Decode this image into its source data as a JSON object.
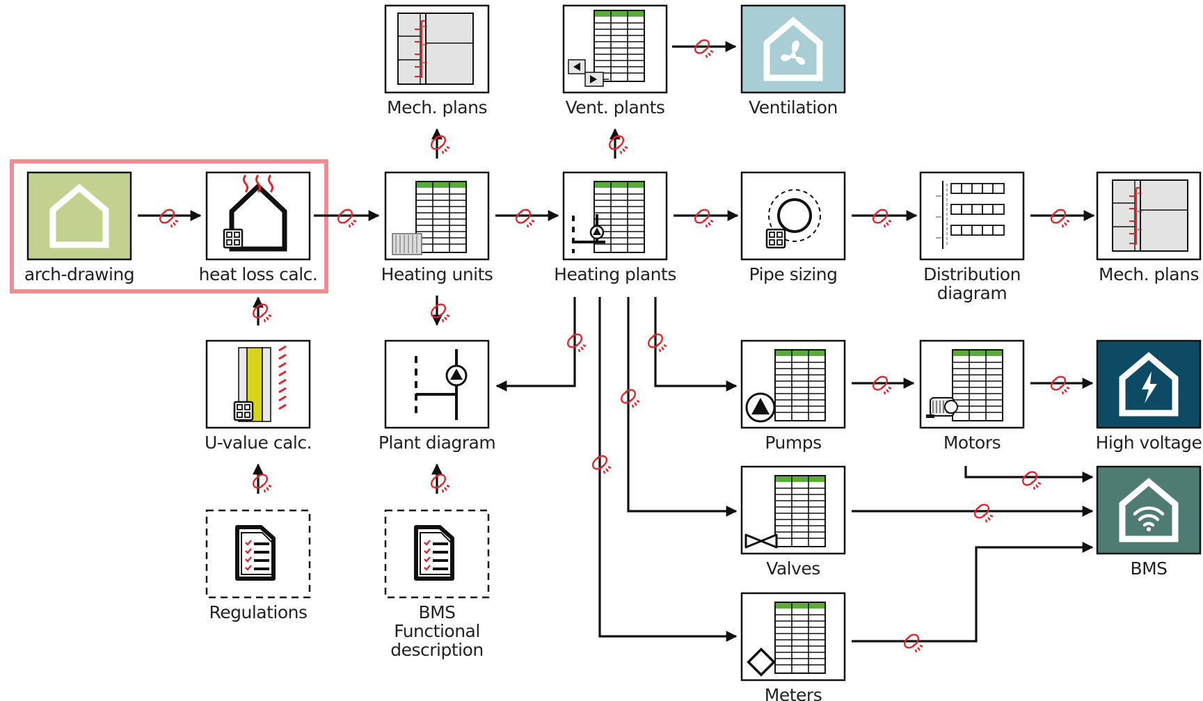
{
  "colors": {
    "arch_green": "#c2d18f",
    "ventilation_blue": "#a8cdd4",
    "high_voltage_navy": "#0d4a63",
    "bms_teal": "#4f7c72",
    "table_header_green": "#5aab3a",
    "link_red": "#e0262b",
    "highlight_border": "#ef8e91",
    "u_value_yellow": "#d7d41b"
  },
  "nodes": {
    "arch_drawing": {
      "label": [
        "arch-drawing"
      ],
      "icon": "house-outline-icon"
    },
    "heat_loss": {
      "label": [
        "heat loss calc."
      ],
      "icon": "heated-house-icon"
    },
    "heating_units": {
      "label": [
        "Heating units"
      ],
      "icon": "spreadsheet-radiator-icon"
    },
    "heating_plants": {
      "label": [
        "Heating plants"
      ],
      "icon": "spreadsheet-pump-icon"
    },
    "pipe_sizing": {
      "label": [
        "Pipe sizing"
      ],
      "icon": "pipe-circle-icon"
    },
    "distribution": {
      "label": [
        "Distribution",
        "diagram"
      ],
      "icon": "distribution-diagram-icon"
    },
    "mech_plans_right": {
      "label": [
        "Mech. plans"
      ],
      "icon": "floor-plan-icon"
    },
    "mech_plans_top": {
      "label": [
        "Mech. plans"
      ],
      "icon": "floor-plan-icon"
    },
    "vent_plants": {
      "label": [
        "Vent. plants"
      ],
      "icon": "spreadsheet-fan-icon"
    },
    "ventilation": {
      "label": [
        "Ventilation"
      ],
      "icon": "fan-house-icon"
    },
    "u_value": {
      "label": [
        "U-value calc."
      ],
      "icon": "wall-section-icon"
    },
    "plant_diagram": {
      "label": [
        "Plant diagram"
      ],
      "icon": "pump-schematic-icon"
    },
    "regulations": {
      "label": [
        "Regulations"
      ],
      "icon": "checklist-document-icon"
    },
    "bms_func": {
      "label": [
        "BMS",
        "Functional",
        "description"
      ],
      "icon": "checklist-document-icon"
    },
    "pumps": {
      "label": [
        "Pumps"
      ],
      "icon": "spreadsheet-pump-icon"
    },
    "motors": {
      "label": [
        "Motors"
      ],
      "icon": "spreadsheet-motor-icon"
    },
    "high_voltage": {
      "label": [
        "High voltage"
      ],
      "icon": "lightning-house-icon"
    },
    "valves": {
      "label": [
        "Valves"
      ],
      "icon": "spreadsheet-valve-icon"
    },
    "bms": {
      "label": [
        "BMS"
      ],
      "icon": "wifi-house-icon"
    },
    "meters": {
      "label": [
        "Meters"
      ],
      "icon": "spreadsheet-meter-icon"
    }
  },
  "edges": [
    {
      "from": "arch_drawing",
      "to": "heat_loss"
    },
    {
      "from": "heat_loss",
      "to": "heating_units"
    },
    {
      "from": "heating_units",
      "to": "heating_plants"
    },
    {
      "from": "heating_plants",
      "to": "pipe_sizing"
    },
    {
      "from": "pipe_sizing",
      "to": "distribution"
    },
    {
      "from": "distribution",
      "to": "mech_plans_right"
    },
    {
      "from": "heating_units",
      "to": "mech_plans_top"
    },
    {
      "from": "heating_plants",
      "to": "vent_plants"
    },
    {
      "from": "vent_plants",
      "to": "ventilation"
    },
    {
      "from": "u_value",
      "to": "heat_loss"
    },
    {
      "from": "regulations",
      "to": "u_value"
    },
    {
      "from": "heating_units",
      "to": "plant_diagram"
    },
    {
      "from": "bms_func",
      "to": "plant_diagram"
    },
    {
      "from": "heating_plants",
      "to": "plant_diagram"
    },
    {
      "from": "heating_plants",
      "to": "pumps"
    },
    {
      "from": "heating_plants",
      "to": "valves"
    },
    {
      "from": "heating_plants",
      "to": "meters"
    },
    {
      "from": "pumps",
      "to": "motors"
    },
    {
      "from": "motors",
      "to": "high_voltage"
    },
    {
      "from": "motors",
      "to": "bms"
    },
    {
      "from": "valves",
      "to": "bms"
    },
    {
      "from": "meters",
      "to": "bms"
    }
  ],
  "highlight_group": [
    "arch_drawing",
    "heat_loss"
  ]
}
